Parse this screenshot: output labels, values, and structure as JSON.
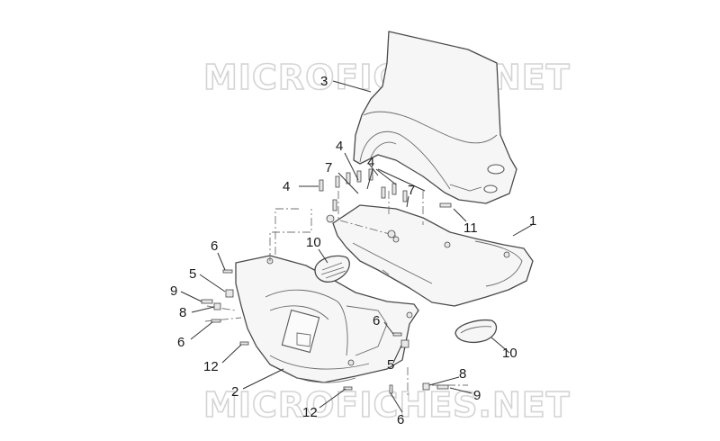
{
  "watermark": {
    "top": "MICROFICHES.NET",
    "bottom": "MICROFICHES.NET"
  },
  "callouts": [
    {
      "id": "c-3",
      "label": "3"
    },
    {
      "id": "c-4a",
      "label": "4"
    },
    {
      "id": "c-4b",
      "label": "4"
    },
    {
      "id": "c-4c",
      "label": "4"
    },
    {
      "id": "c-7a",
      "label": "7"
    },
    {
      "id": "c-7b",
      "label": "7"
    },
    {
      "id": "c-11",
      "label": "11"
    },
    {
      "id": "c-1",
      "label": "1"
    },
    {
      "id": "c-10a",
      "label": "10"
    },
    {
      "id": "c-10b",
      "label": "10"
    },
    {
      "id": "c-6a",
      "label": "6"
    },
    {
      "id": "c-5a",
      "label": "5"
    },
    {
      "id": "c-9a",
      "label": "9"
    },
    {
      "id": "c-8a",
      "label": "8"
    },
    {
      "id": "c-6b",
      "label": "6"
    },
    {
      "id": "c-12a",
      "label": "12"
    },
    {
      "id": "c-2",
      "label": "2"
    },
    {
      "id": "c-12b",
      "label": "12"
    },
    {
      "id": "c-6c",
      "label": "6"
    },
    {
      "id": "c-5b",
      "label": "5"
    },
    {
      "id": "c-6d",
      "label": "6"
    },
    {
      "id": "c-8b",
      "label": "8"
    },
    {
      "id": "c-9b",
      "label": "9"
    }
  ]
}
